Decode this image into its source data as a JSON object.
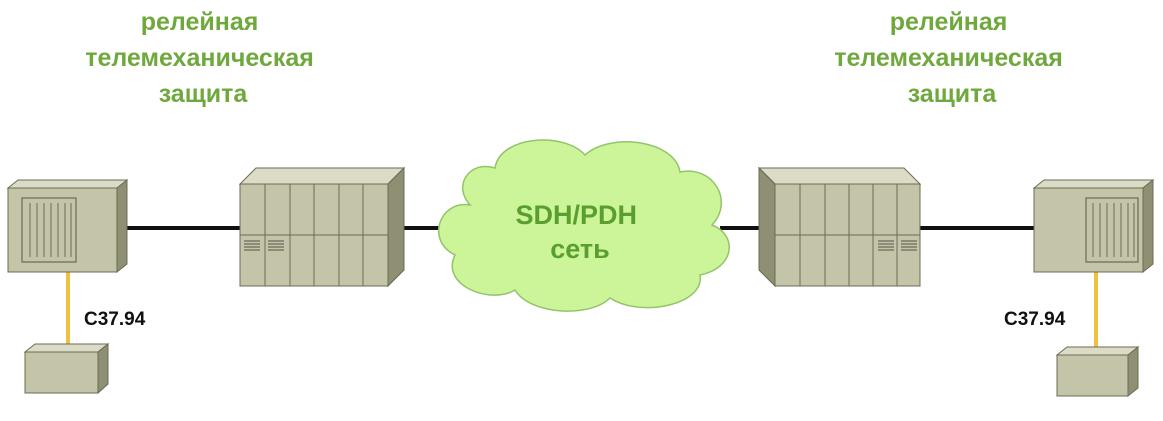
{
  "left_site": {
    "title_lines": [
      "релейная",
      "телемеханическая",
      "защита"
    ],
    "interface_label": "C37.94"
  },
  "right_site": {
    "title_lines": [
      "релейная",
      "телемеханическая",
      "защита"
    ],
    "interface_label": "C37.94"
  },
  "network": {
    "lines": [
      "SDH/PDH",
      "сеть"
    ]
  },
  "colors": {
    "label_green": "#6fa83c",
    "cloud_fill": "#ccf59a",
    "cloud_stroke": "#93c36b",
    "device_front": "#c4c4a8",
    "device_side": "#8f8f73",
    "device_top": "#dcdcc6",
    "link_black": "#111111",
    "link_yellow": "#f0c040"
  }
}
